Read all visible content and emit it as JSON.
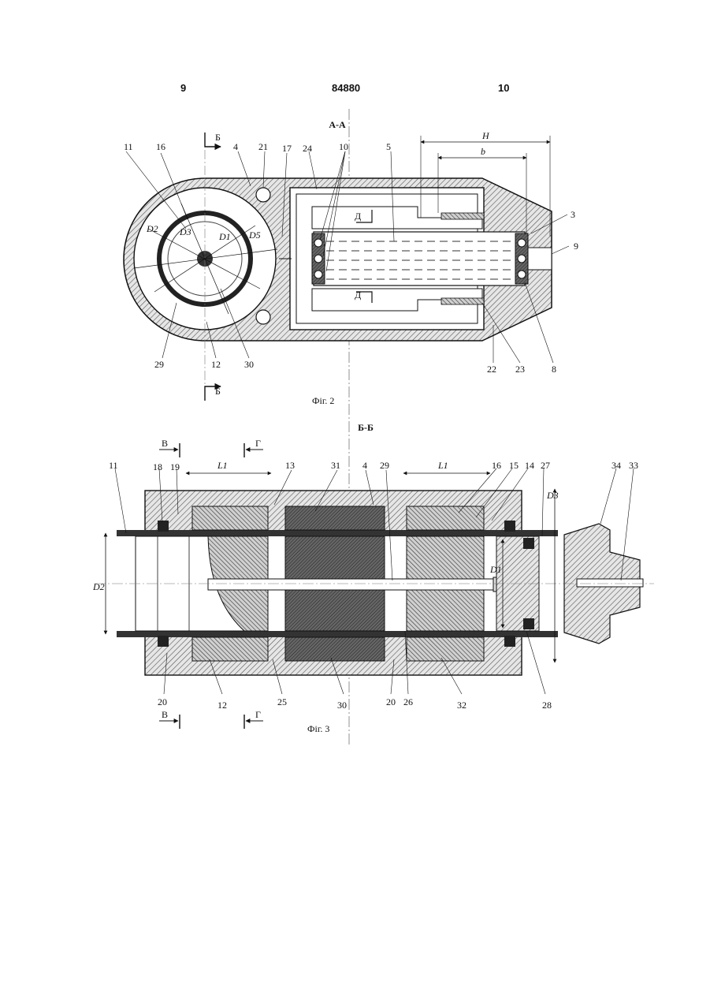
{
  "header": {
    "page_left": "9",
    "doc_number": "84880",
    "page_right": "10"
  },
  "fig2": {
    "section_title": "А-А",
    "caption": "Фіг. 2",
    "cut_mark": "Б",
    "cut_mark_d": "Д",
    "dims": {
      "H": "H",
      "b": "b",
      "D2": "D2",
      "D3": "D3",
      "D1": "D1",
      "D5": "D5"
    },
    "labels": [
      "11",
      "16",
      "4",
      "21",
      "17",
      "24",
      "10",
      "5",
      "3",
      "9",
      "8",
      "23",
      "22",
      "30",
      "12",
      "29"
    ]
  },
  "fig3": {
    "section_title": "Б-Б",
    "caption": "Фіг. 3",
    "cut_mark_v": "В",
    "cut_mark_g": "Г",
    "dims": {
      "L1": "L1",
      "D2": "D2",
      "D1": "D1",
      "D3": "D3"
    },
    "labels": [
      "11",
      "18",
      "19",
      "13",
      "31",
      "4",
      "29",
      "16",
      "15",
      "14",
      "27",
      "34",
      "33",
      "20",
      "12",
      "25",
      "30",
      "26",
      "32",
      "28"
    ]
  }
}
